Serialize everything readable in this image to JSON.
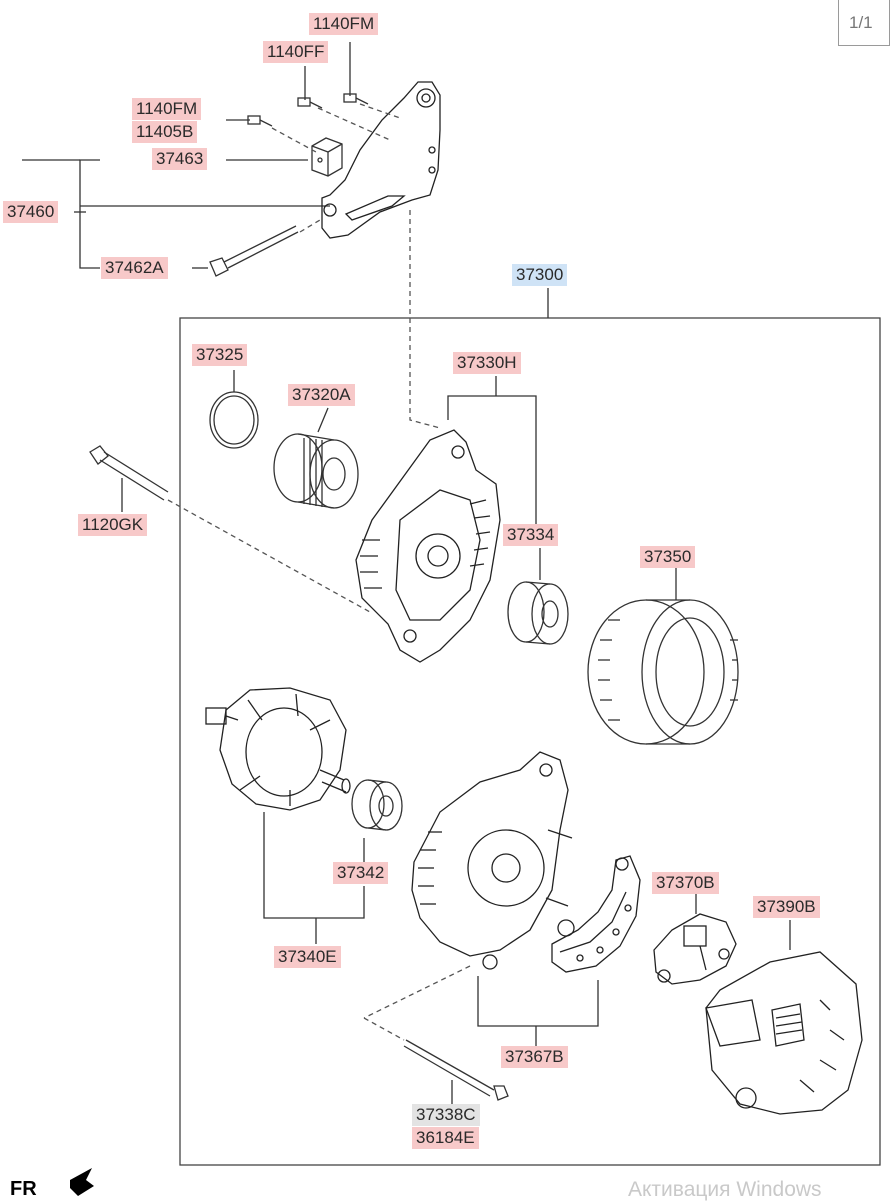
{
  "page_indicator": "1/1",
  "watermark": "Активация Windows",
  "footer_label": "FR",
  "labels": {
    "p1140FM_top": "1140FM",
    "p1140FF": "1140FF",
    "p1140FM_left": "1140FM",
    "p11405B": "11405B",
    "p37463": "37463",
    "p37460": "37460",
    "p37462A": "37462A",
    "p37300": "37300",
    "p37325": "37325",
    "p37320A": "37320A",
    "p37330H": "37330H",
    "p1120GK": "1120GK",
    "p37334": "37334",
    "p37350": "37350",
    "p37342": "37342",
    "p37340E": "37340E",
    "p37370B": "37370B",
    "p37390B": "37390B",
    "p37367B": "37367B",
    "p37338C": "37338C",
    "p36184E": "36184E"
  }
}
